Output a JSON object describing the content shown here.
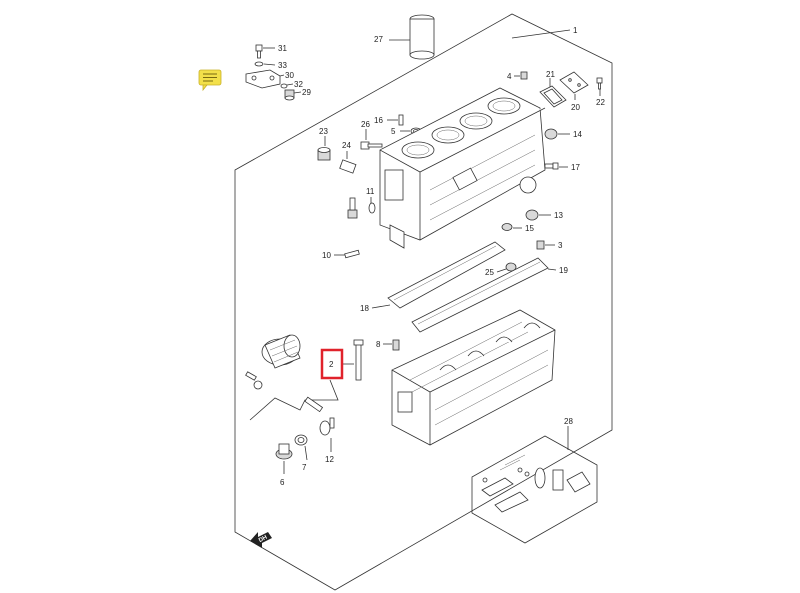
{
  "diagram": {
    "front_marker": "DH",
    "highlight_color": "#e0222b",
    "note_icon_color": "#f3e04a",
    "callouts": {
      "c1": "1",
      "c2": "2",
      "c3": "3",
      "c4": "4",
      "c5": "5",
      "c6": "6",
      "c7": "7",
      "c8": "8",
      "c10": "10",
      "c11": "11",
      "c12": "12",
      "c13": "13",
      "c14": "14",
      "c15": "15",
      "c16": "16",
      "c17": "17",
      "c18": "18",
      "c19": "19",
      "c20": "20",
      "c21": "21",
      "c22": "22",
      "c23": "23",
      "c24": "24",
      "c25": "25",
      "c26": "26",
      "c27": "27",
      "c28": "28",
      "c29": "29",
      "c30": "30",
      "c31": "31",
      "c32": "32",
      "c33": "33"
    }
  }
}
